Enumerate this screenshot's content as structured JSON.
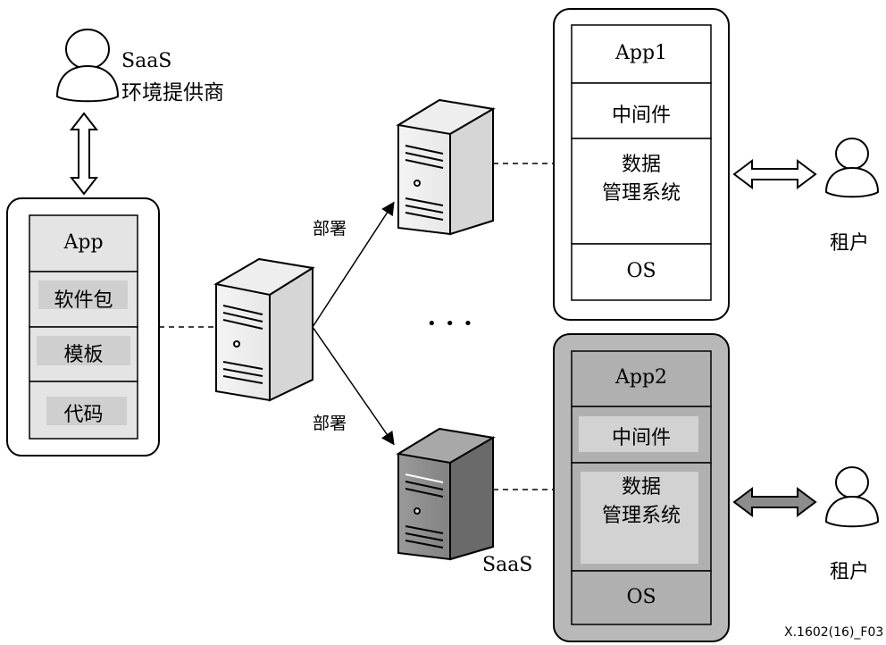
{
  "provider": {
    "line1": "SaaS",
    "line2": "环境提供商"
  },
  "package": {
    "items": [
      "App",
      "软件包",
      "模板",
      "代码"
    ]
  },
  "deploy_labels": [
    "部署",
    "部署"
  ],
  "ellipsis": "• • •",
  "instance1": {
    "items": [
      "App1",
      "中间件",
      "数据\n管理系统",
      "OS"
    ]
  },
  "instance2": {
    "items": [
      "App2",
      "中间件",
      "数据\n管理系统",
      "OS"
    ],
    "server_label": "SaaS"
  },
  "tenants": [
    "租户",
    "租户"
  ],
  "figure_id": "X.1602(16)_F03",
  "colors": {
    "light_fill": "#e4e4e4",
    "dark_fill": "#b8b8b8",
    "inner_dark_fill": "#d2d2d2",
    "stroke": "#000000"
  }
}
